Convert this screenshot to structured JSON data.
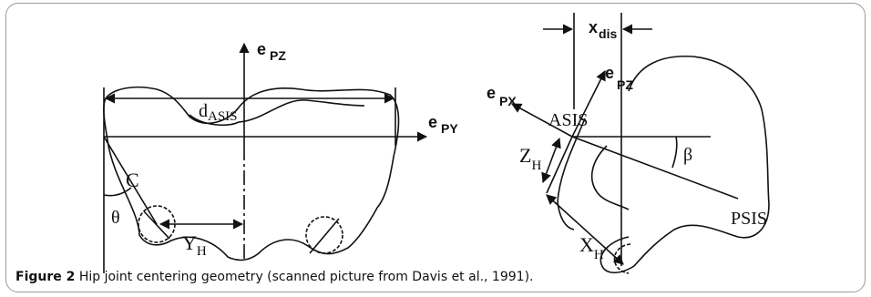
{
  "diagram": {
    "left": {
      "axis_z": "e",
      "axis_z_sub": "PZ",
      "axis_y": "e",
      "axis_y_sub": "PY",
      "d_label": "d",
      "d_sub": "ASIS",
      "c_label": "C",
      "theta_label": "θ",
      "y_label": "Y",
      "y_sub": "H"
    },
    "right": {
      "xdis_label": "x",
      "xdis_sub": "dis",
      "axis_z": "e",
      "axis_z_sub": "PZ",
      "axis_x": "e",
      "axis_x_sub": "PX",
      "asis_label": "ASIS",
      "z_label": "Z",
      "z_sub": "H",
      "beta_label": "β",
      "psis_label": "PSIS",
      "x_label": "X",
      "x_sub": "H"
    }
  },
  "caption": {
    "label": "Figure 2",
    "text": "Hip joint centering geometry (scanned picture from Davis et al., 1991)."
  }
}
